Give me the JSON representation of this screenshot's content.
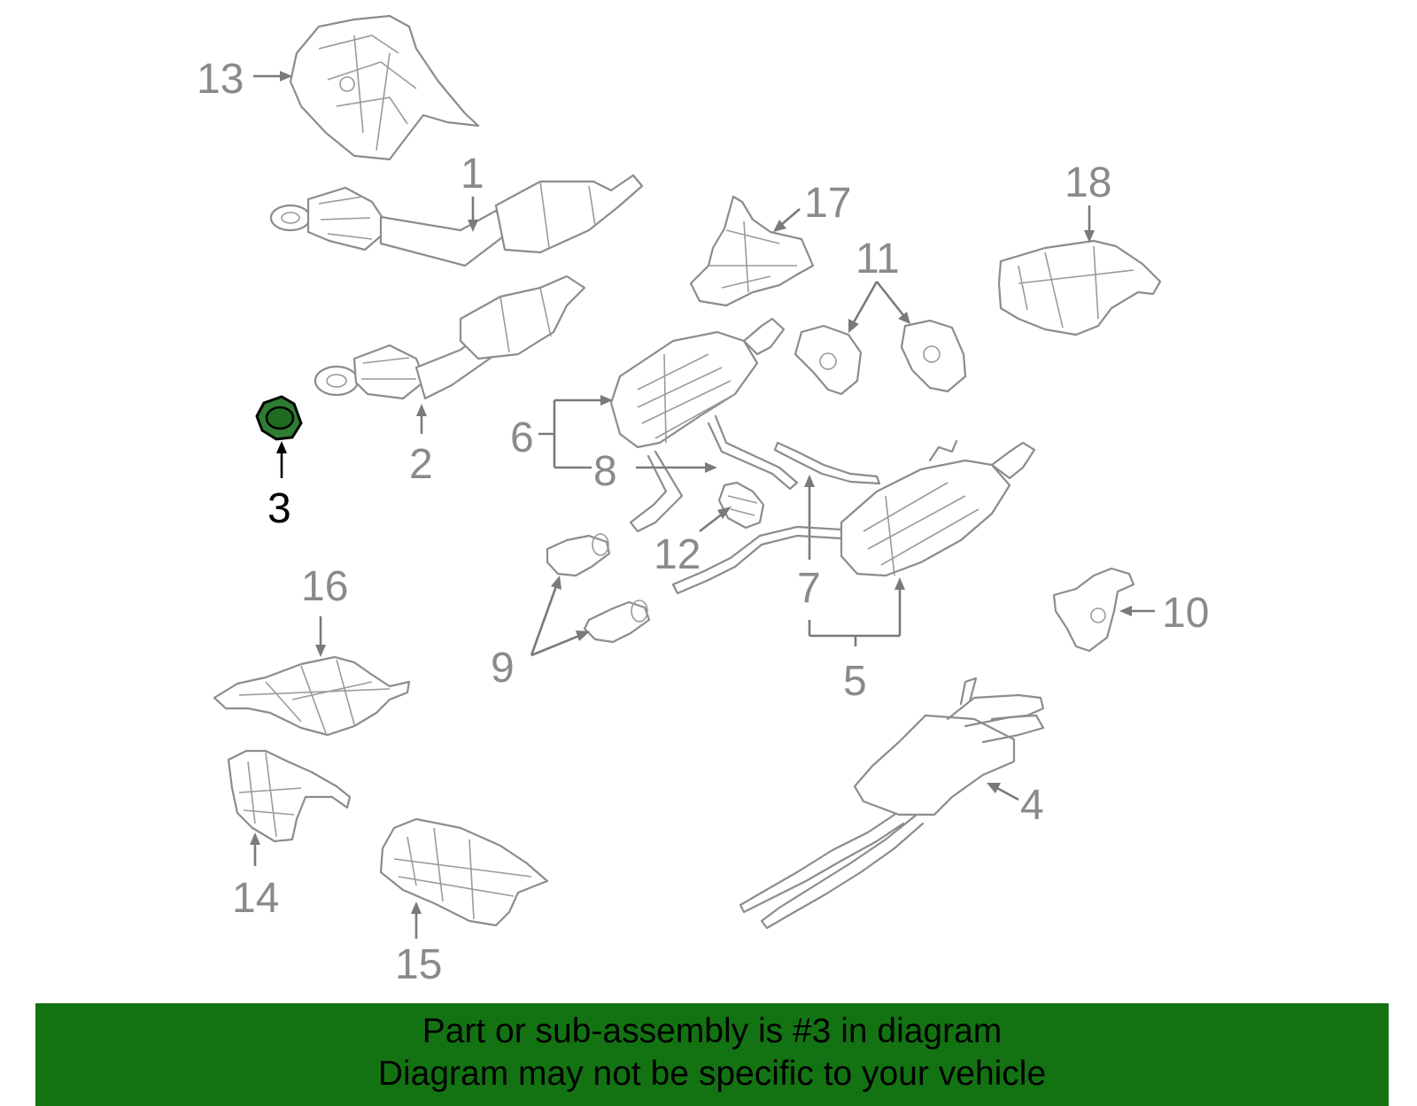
{
  "diagram": {
    "callouts": {
      "c1": "1",
      "c2": "2",
      "c3": "3",
      "c4": "4",
      "c5": "5",
      "c6": "6",
      "c7": "7",
      "c8": "8",
      "c9": "9",
      "c10": "10",
      "c11": "11",
      "c12": "12",
      "c13": "13",
      "c14": "14",
      "c15": "15",
      "c16": "16",
      "c17": "17",
      "c18": "18"
    },
    "highlighted_part": "3",
    "highlight_color": "#2e7d32"
  },
  "banner": {
    "line1": "Part or sub-assembly is #3 in diagram",
    "line2": "Diagram may not be specific to your vehicle",
    "background_color": "#137313"
  }
}
